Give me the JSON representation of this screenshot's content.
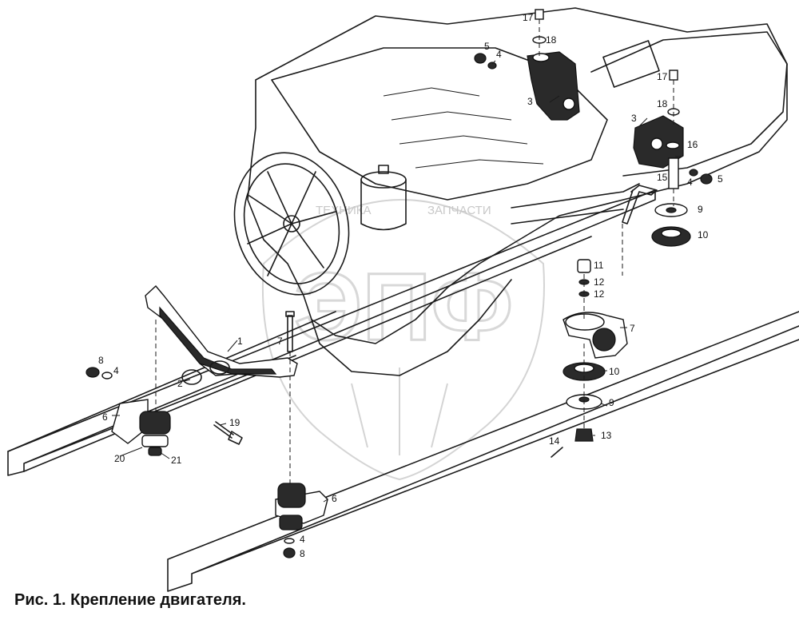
{
  "caption": "Рис. 1. Крепление двигателя.",
  "watermark": {
    "text_left": "ТЕХНИКА",
    "text_right": "ЗАПЧАСТИ",
    "big_text": "ЭПФ",
    "color": "#d4d4d4"
  },
  "part_labels": {
    "p17a": "17",
    "p18a": "18",
    "p5a": "5",
    "p4a": "4",
    "p3a": "3",
    "p17b": "17",
    "p18b": "18",
    "p3b": "3",
    "p16": "16",
    "p15": "15",
    "p4b": "4",
    "p5b": "5",
    "p9a": "9",
    "p10a": "10",
    "p11": "11",
    "p12a": "12",
    "p12b": "12",
    "p7b": "7",
    "p10b": "10",
    "p9b": "9",
    "p13": "13",
    "p14": "14",
    "p7a": "7",
    "p1": "1",
    "p2": "2",
    "p8a": "8",
    "p4c": "4",
    "p6a": "6",
    "p19": "19",
    "p20": "20",
    "p21": "21",
    "p6b": "6",
    "p4d": "4",
    "p8b": "8"
  }
}
